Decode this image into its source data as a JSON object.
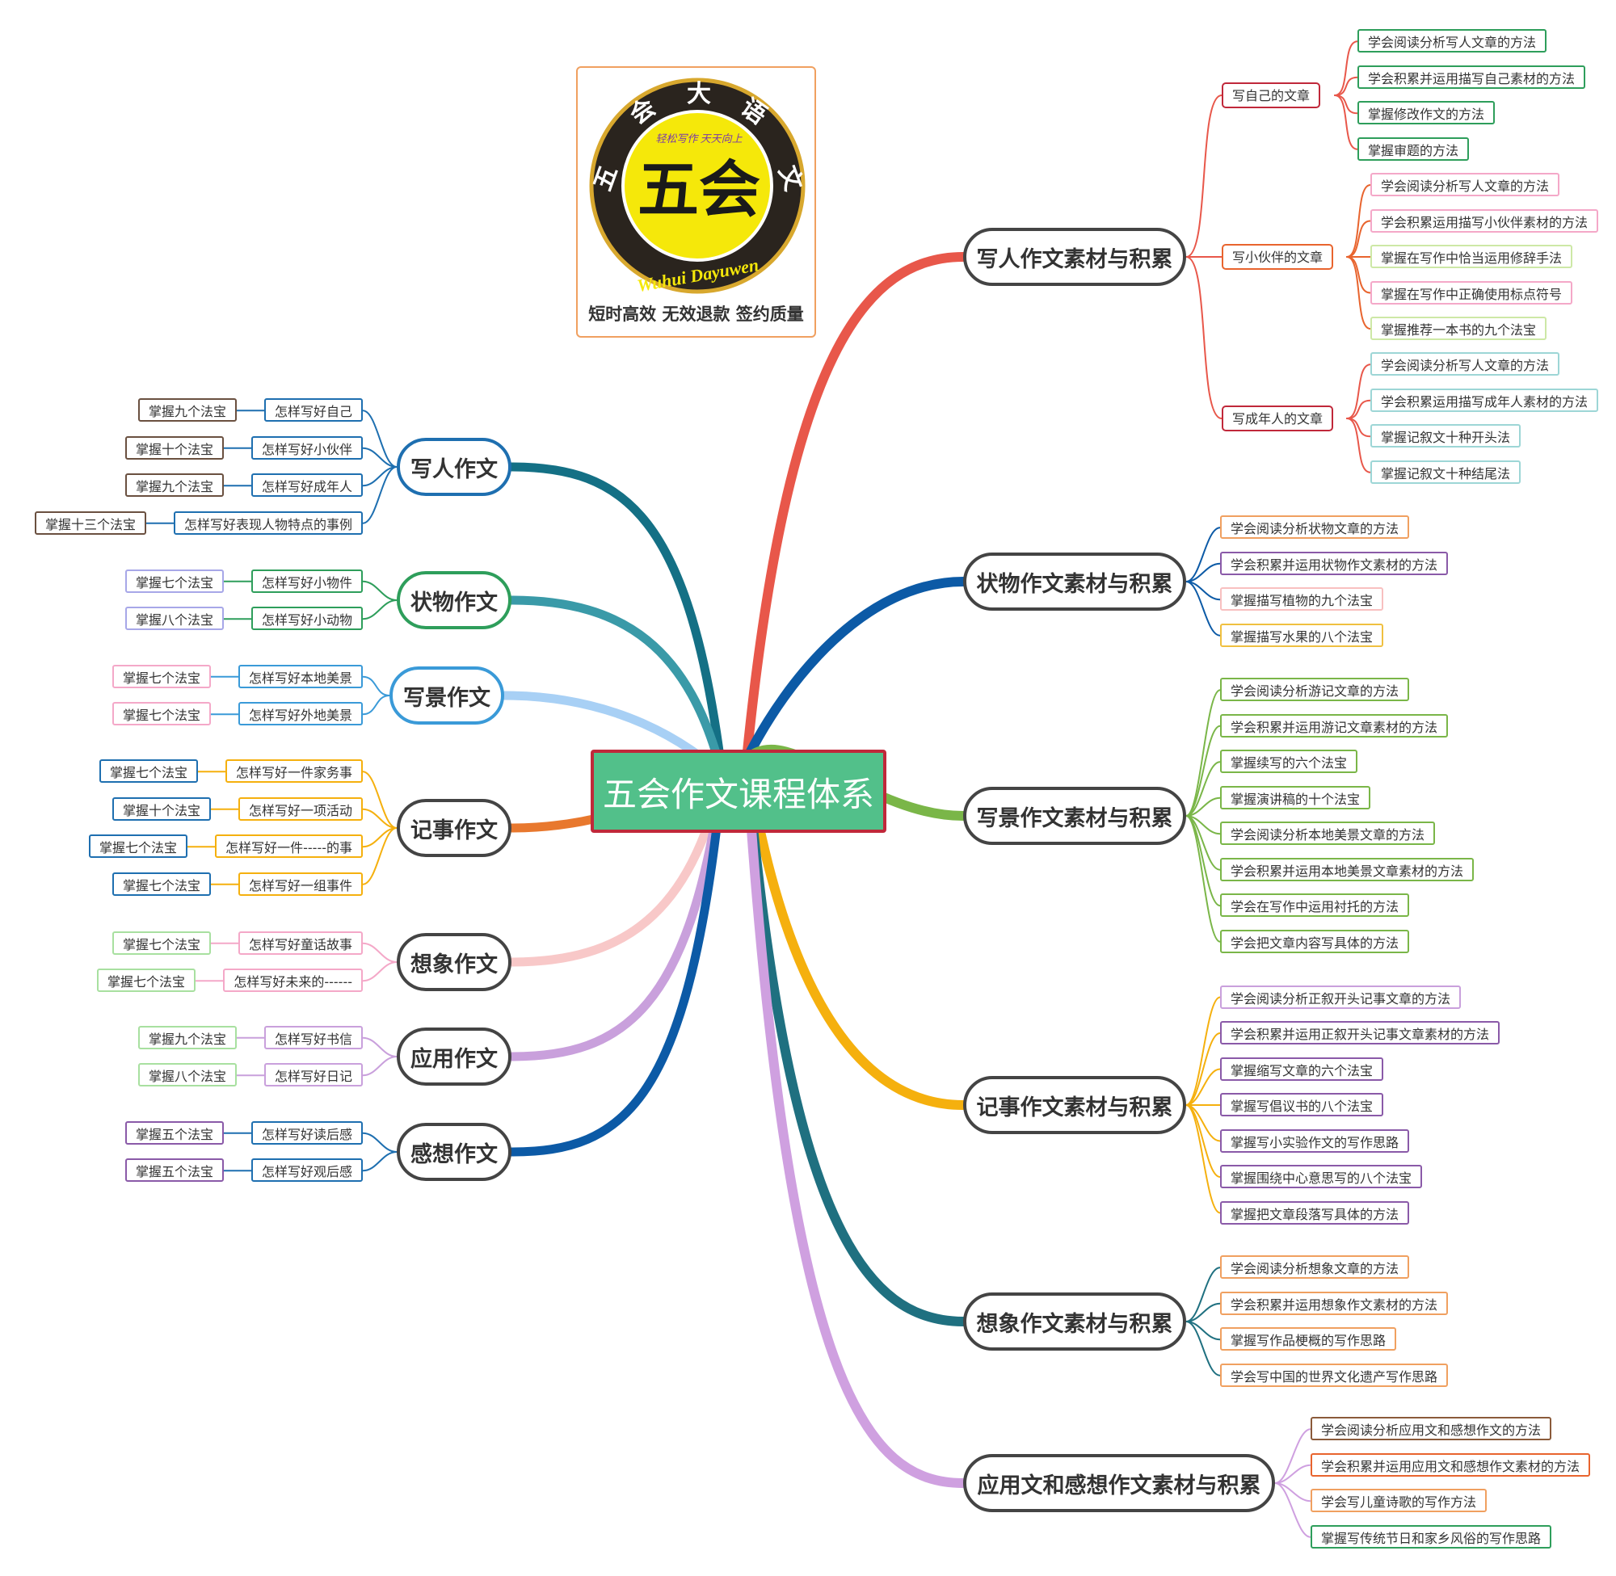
{
  "center": {
    "label": "五会作文课程体系",
    "color": "#52c08a",
    "border": "#c0283a"
  },
  "logo": {
    "ring_text": [
      "五",
      "会",
      "大",
      "语",
      "文"
    ],
    "center_text": "五会",
    "latin_text": "Wuhui Dayuwen",
    "motto": "轻松写作 天天向上",
    "tagline": "短时高效  无效退款 签约质量"
  },
  "right_branches": [
    {
      "label": "写人作文素材与积累",
      "color": "#e8574a",
      "groups": [
        {
          "label": "写自己的文章",
          "color": "#c0283a",
          "items": [
            {
              "label": "学会阅读分析写人文章的方法",
              "color": "#2e9e5b"
            },
            {
              "label": "学会积累并运用描写自己素材的方法",
              "color": "#2e9e5b"
            },
            {
              "label": "掌握修改作文的方法",
              "color": "#2e9e5b"
            },
            {
              "label": "掌握审题的方法",
              "color": "#2e9e5b"
            }
          ]
        },
        {
          "label": "写小伙伴的文章",
          "color": "#e8642e",
          "items": [
            {
              "label": "学会阅读分析写人文章的方法",
              "color": "#f4a8c8"
            },
            {
              "label": "学会积累运用描写小伙伴素材的方法",
              "color": "#f4a8c8"
            },
            {
              "label": "掌握在写作中恰当运用修辞手法",
              "color": "#cde8a6"
            },
            {
              "label": "掌握在写作中正确使用标点符号",
              "color": "#f4a8c8"
            },
            {
              "label": "掌握推荐一本书的九个法宝",
              "color": "#cde8a6"
            }
          ]
        },
        {
          "label": "写成年人的文章",
          "color": "#c0283a",
          "items": [
            {
              "label": "学会阅读分析写人文章的方法",
              "color": "#9dd6d6"
            },
            {
              "label": "学会积累运用描写成年人素材的方法",
              "color": "#9dd6d6"
            },
            {
              "label": "掌握记叙文十种开头法",
              "color": "#9dd6d6"
            },
            {
              "label": "掌握记叙文十种结尾法",
              "color": "#9dd6d6"
            }
          ]
        }
      ]
    },
    {
      "label": "状物作文素材与积累",
      "color": "#0c5aa6",
      "items": [
        {
          "label": "学会阅读分析状物文章的方法",
          "color": "#f0a060"
        },
        {
          "label": "学会积累并运用状物作文素材的方法",
          "color": "#8a5aa8"
        },
        {
          "label": "掌握描写植物的九个法宝",
          "color": "#f8c0c0"
        },
        {
          "label": "掌握描写水果的八个法宝",
          "color": "#f0c040"
        }
      ]
    },
    {
      "label": "写景作文素材与积累",
      "color": "#7ab648",
      "items": [
        {
          "label": "学会阅读分析游记文章的方法",
          "color": "#7ab648"
        },
        {
          "label": "学会积累并运用游记文章素材的方法",
          "color": "#7ab648"
        },
        {
          "label": "掌握续写的六个法宝",
          "color": "#7ab648"
        },
        {
          "label": "掌握演讲稿的十个法宝",
          "color": "#7ab648"
        },
        {
          "label": "学会阅读分析本地美景文章的方法",
          "color": "#7ab648"
        },
        {
          "label": "学会积累并运用本地美景文章素材的方法",
          "color": "#7ab648"
        },
        {
          "label": "学会在写作中运用衬托的方法",
          "color": "#7ab648"
        },
        {
          "label": "学会把文章内容写具体的方法",
          "color": "#7ab648"
        }
      ]
    },
    {
      "label": "记事作文素材与积累",
      "color": "#f5b00e",
      "items": [
        {
          "label": "学会阅读分析正叙开头记事文章的方法",
          "color": "#c9a0dc"
        },
        {
          "label": "学会积累并运用正叙开头记事文章素材的方法",
          "color": "#8a5aa8"
        },
        {
          "label": "掌握缩写文章的六个法宝",
          "color": "#8a5aa8"
        },
        {
          "label": "掌握写倡议书的八个法宝",
          "color": "#8a5aa8"
        },
        {
          "label": "掌握写小实验作文的写作思路",
          "color": "#8a5aa8"
        },
        {
          "label": "掌握围绕中心意思写的八个法宝",
          "color": "#8a5aa8"
        },
        {
          "label": "掌握把文章段落写具体的方法",
          "color": "#8a5aa8"
        }
      ]
    },
    {
      "label": "想象作文素材与积累",
      "color": "#1f7080",
      "items": [
        {
          "label": "学会阅读分析想象文章的方法",
          "color": "#f0a060"
        },
        {
          "label": "学会积累并运用想象作文素材的方法",
          "color": "#f0a060"
        },
        {
          "label": "掌握写作品梗概的写作思路",
          "color": "#f0a060"
        },
        {
          "label": "学会写中国的世界文化遗产写作思路",
          "color": "#f0a060"
        }
      ]
    },
    {
      "label": "应用文和感想作文素材与积累",
      "color": "#cfa0e0",
      "items": [
        {
          "label": "学会阅读分析应用文和感想作文的方法",
          "color": "#8a5a3a"
        },
        {
          "label": "学会积累并运用应用文和感想作文素材的方法",
          "color": "#e8642e"
        },
        {
          "label": "学会写儿童诗歌的写作方法",
          "color": "#f0a060"
        },
        {
          "label": "掌握写传统节日和家乡风俗的写作思路",
          "color": "#2e9e5b"
        }
      ]
    }
  ],
  "left_branches": [
    {
      "label": "写人作文",
      "color": "#1e6fb0",
      "link_color": "#147085",
      "items": [
        {
          "label": "怎样写好自己",
          "leaf": "掌握九个法宝",
          "color": "#1e6fb0",
          "leaf_color": "#6a5040"
        },
        {
          "label": "怎样写好小伙伴",
          "leaf": "掌握十个法宝",
          "color": "#1e6fb0",
          "leaf_color": "#6a5040"
        },
        {
          "label": "怎样写好成年人",
          "leaf": "掌握九个法宝",
          "color": "#1e6fb0",
          "leaf_color": "#6a5040"
        },
        {
          "label": "怎样写好表现人物特点的事例",
          "leaf": "掌握十三个法宝",
          "color": "#1e6fb0",
          "leaf_color": "#6a5040"
        }
      ]
    },
    {
      "label": "状物作文",
      "color": "#2e9e5b",
      "link_color": "#3a9aa8",
      "items": [
        {
          "label": "怎样写好小物件",
          "leaf": "掌握七个法宝",
          "color": "#2e9e5b",
          "leaf_color": "#a7a7e8"
        },
        {
          "label": "怎样写好小动物",
          "leaf": "掌握八个法宝",
          "color": "#2e9e5b",
          "leaf_color": "#a7a7e8"
        }
      ]
    },
    {
      "label": "写景作文",
      "color": "#3a9ad8",
      "link_color": "#a8d0f5",
      "items": [
        {
          "label": "怎样写好本地美景",
          "leaf": "掌握七个法宝",
          "color": "#3a9ad8",
          "leaf_color": "#f4a8c8"
        },
        {
          "label": "怎样写好外地美景",
          "leaf": "掌握七个法宝",
          "color": "#3a9ad8",
          "leaf_color": "#f4a8c8"
        }
      ]
    },
    {
      "label": "记事作文",
      "color": "#444444",
      "link_color": "#e8782e",
      "items": [
        {
          "label": "怎样写好一件家务事",
          "leaf": "掌握七个法宝",
          "color": "#f5b00e",
          "leaf_color": "#1e6fb0"
        },
        {
          "label": "怎样写好一项活动",
          "leaf": "掌握十个法宝",
          "color": "#f5b00e",
          "leaf_color": "#1e6fb0"
        },
        {
          "label": "怎样写好一件-----的事",
          "leaf": "掌握七个法宝",
          "color": "#f5b00e",
          "leaf_color": "#1e6fb0"
        },
        {
          "label": "怎样写好一组事件",
          "leaf": "掌握七个法宝",
          "color": "#f5b00e",
          "leaf_color": "#1e6fb0"
        }
      ]
    },
    {
      "label": "想象作文",
      "color": "#444444",
      "link_color": "#f8c8c8",
      "items": [
        {
          "label": "怎样写好童话故事",
          "leaf": "掌握七个法宝",
          "color": "#f4a8c8",
          "leaf_color": "#a8e0a0"
        },
        {
          "label": "怎样写好未来的------",
          "leaf": "掌握七个法宝",
          "color": "#f4a8c8",
          "leaf_color": "#a8e0a0"
        }
      ]
    },
    {
      "label": "应用作文",
      "color": "#444444",
      "link_color": "#c9a0dc",
      "items": [
        {
          "label": "怎样写好书信",
          "leaf": "掌握九个法宝",
          "color": "#c9a0dc",
          "leaf_color": "#a8e0a0"
        },
        {
          "label": "怎样写好日记",
          "leaf": "掌握八个法宝",
          "color": "#c9a0dc",
          "leaf_color": "#a8e0a0"
        }
      ]
    },
    {
      "label": "感想作文",
      "color": "#444444",
      "link_color": "#0c5aa6",
      "items": [
        {
          "label": "怎样写好读后感",
          "leaf": "掌握五个法宝",
          "color": "#1e6fb0",
          "leaf_color": "#8a5aa8"
        },
        {
          "label": "怎样写好观后感",
          "leaf": "掌握五个法宝",
          "color": "#1e6fb0",
          "leaf_color": "#8a5aa8"
        }
      ]
    }
  ]
}
